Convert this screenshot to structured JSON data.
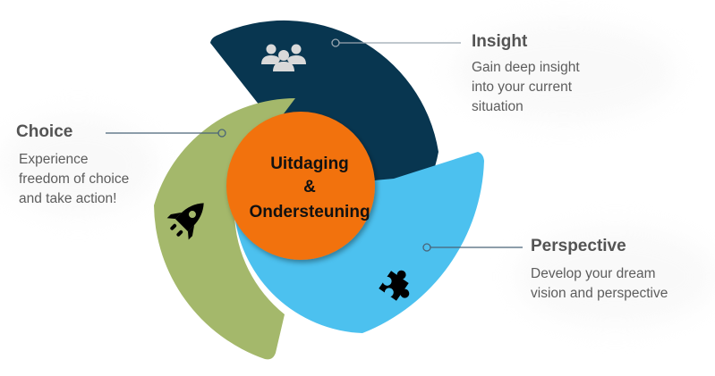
{
  "center": {
    "line1": "Uitdaging",
    "line2": "&",
    "line3": "Ondersteuning",
    "color": "#F2720C"
  },
  "segments": [
    {
      "id": "insight",
      "title": "Insight",
      "description": "Gain deep insight\ninto your current\nsituation",
      "icon": "people-group-icon",
      "color": "#083650",
      "icon_color": "#D9D9D9"
    },
    {
      "id": "choice",
      "title": "Choice",
      "description": "Experience\nfreedom of choice\nand take action!",
      "icon": "rocket-icon",
      "color": "#A4B86B",
      "icon_color": "#000000"
    },
    {
      "id": "perspective",
      "title": "Perspective",
      "description": "Develop your dream\nvision and perspective",
      "icon": "puzzle-piece-icon",
      "color": "#4CC1EF",
      "icon_color": "#000000"
    }
  ],
  "connector_color": "#4A6478"
}
